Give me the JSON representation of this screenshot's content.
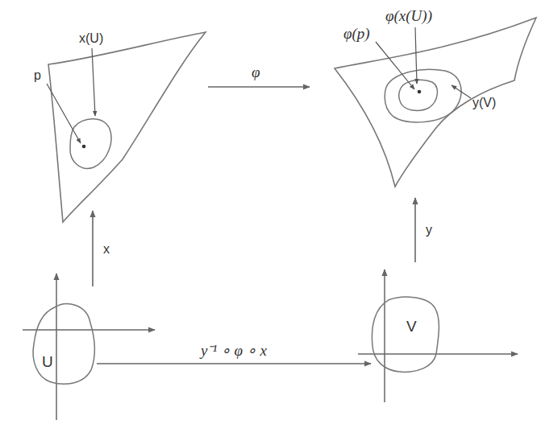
{
  "diagram": {
    "nodes": [
      {
        "text": [
          "U"
        ]
      },
      {
        "text": [
          "V"
        ]
      }
    ],
    "edges": [
      {
        "from": 0,
        "to": 1,
        "arrow": "to",
        "label": "y⁻¹ ∘ φ ∘ x"
      }
    ],
    "labels": [
      "p",
      "x(U)",
      "φ(x(U))",
      "φ(p)",
      "y(V)",
      "φ",
      "x",
      "y"
    ]
  }
}
